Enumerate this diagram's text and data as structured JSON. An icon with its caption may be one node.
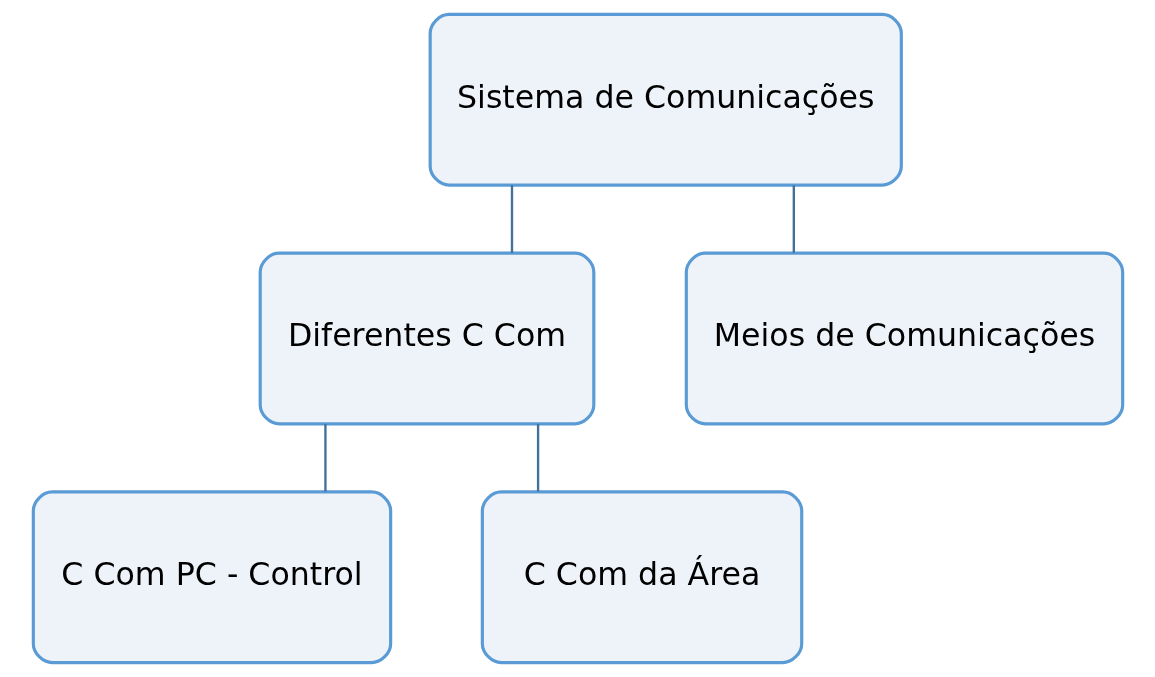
{
  "diagram": {
    "nodes": [
      {
        "text": [
          "Sistema de Comunicações"
        ]
      },
      {
        "text": [
          "Diferentes C Com"
        ]
      },
      {
        "text": [
          "Meios de Comunicações"
        ]
      },
      {
        "text": [
          "C Com PC - Control"
        ]
      },
      {
        "text": [
          "C Com da Área"
        ]
      }
    ],
    "edges": [
      {
        "from": 0,
        "to": 1,
        "arrow": "none"
      },
      {
        "from": 0,
        "to": 2,
        "arrow": "none"
      },
      {
        "from": 1,
        "to": 3,
        "arrow": "none"
      },
      {
        "from": 1,
        "to": 4,
        "arrow": "none"
      }
    ]
  }
}
